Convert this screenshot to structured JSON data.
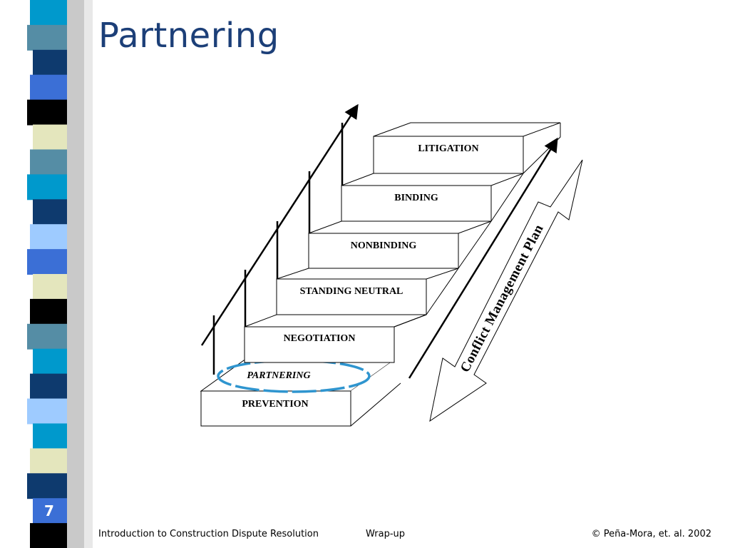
{
  "slide": {
    "title": "Partnering",
    "page_number": "7"
  },
  "sidebar": {
    "stripe_colors": [
      "#0099cc",
      "#558da5",
      "#0e3a6e",
      "#3b6fd6",
      "#000000",
      "#e4e6bd",
      "#558da5",
      "#0099cc",
      "#0e3a6e",
      "#9ecbff",
      "#3b6fd6",
      "#e4e6bd",
      "#000000",
      "#558da5",
      "#0099cc",
      "#0e3a6e",
      "#9ecbff",
      "#0099cc",
      "#e4e6bd",
      "#0e3a6e",
      "#3b6fd6",
      "#000000"
    ]
  },
  "diagram": {
    "steps": [
      {
        "label": "PREVENTION",
        "italic": false
      },
      {
        "label": "PARTNERING",
        "italic": true
      },
      {
        "label": "NEGOTIATION",
        "italic": false
      },
      {
        "label": "STANDING NEUTRAL",
        "italic": false
      },
      {
        "label": "NONBINDING",
        "italic": false
      },
      {
        "label": "BINDING",
        "italic": false
      },
      {
        "label": "LITIGATION",
        "italic": false
      }
    ],
    "plan_arrow_label": "Conflict Management Plan",
    "highlight_color": "#2f95cf"
  },
  "footer": {
    "left": "Introduction to Construction Dispute Resolution",
    "middle": "Wrap-up",
    "right": "© Peña-Mora, et. al. 2002"
  }
}
